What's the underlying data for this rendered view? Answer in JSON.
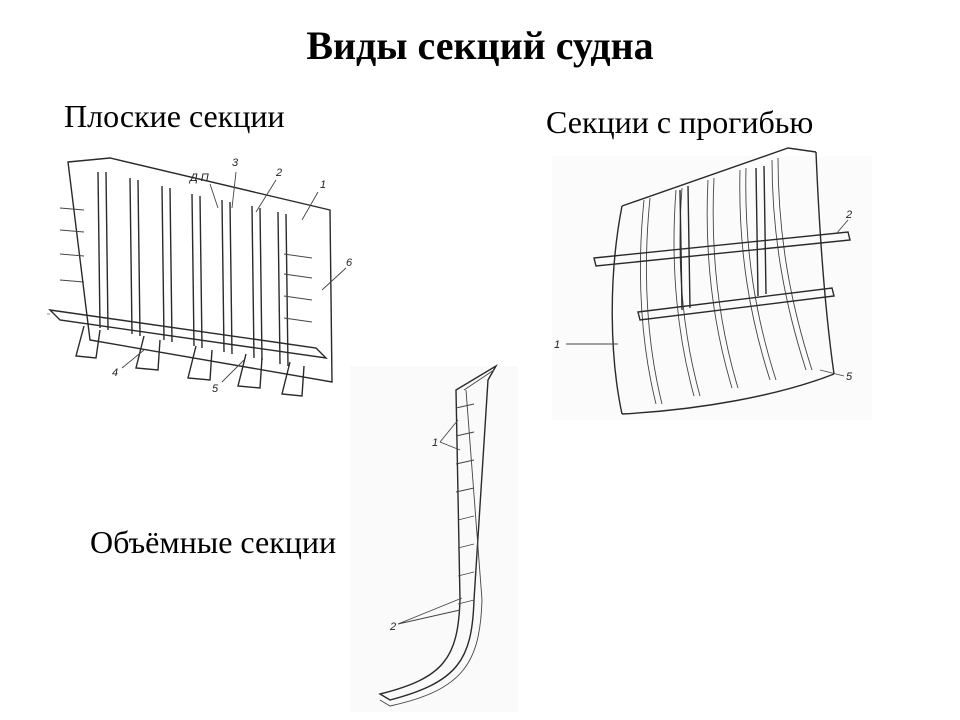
{
  "slide": {
    "title": "Виды секций судна",
    "flat_label": "Плоские секции",
    "curved_label": "Секции с прогибью",
    "volume_label": "Объёмные секции"
  },
  "figures": {
    "flat": {
      "callouts": [
        "Д П",
        "3",
        "2",
        "1",
        "6",
        "4",
        "5"
      ]
    },
    "curved": {
      "callouts": [
        "2",
        "1",
        "5"
      ]
    },
    "volume": {
      "callouts": [
        "1",
        "2"
      ]
    }
  }
}
